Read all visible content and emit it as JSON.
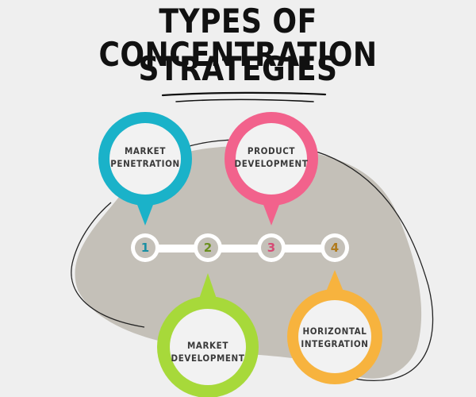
{
  "title": {
    "line1": "TYPES OF CONCENTRATION",
    "line2": "STRATEGIES"
  },
  "strategies": [
    {
      "number": "1",
      "line1": "MARKET",
      "line2": "PENETRATION",
      "color": "#1ab2c9"
    },
    {
      "number": "2",
      "line1": "MARKET",
      "line2": "DEVELOPMENT",
      "color": "#a7d93a"
    },
    {
      "number": "3",
      "line1": "PRODUCT",
      "line2": "DEVELOPMENT",
      "color": "#f2628c"
    },
    {
      "number": "4",
      "line1": "HORIZONTAL",
      "line2": "INTEGRATION",
      "color": "#f7b33e"
    }
  ],
  "blob_color": "#c4c0b8"
}
